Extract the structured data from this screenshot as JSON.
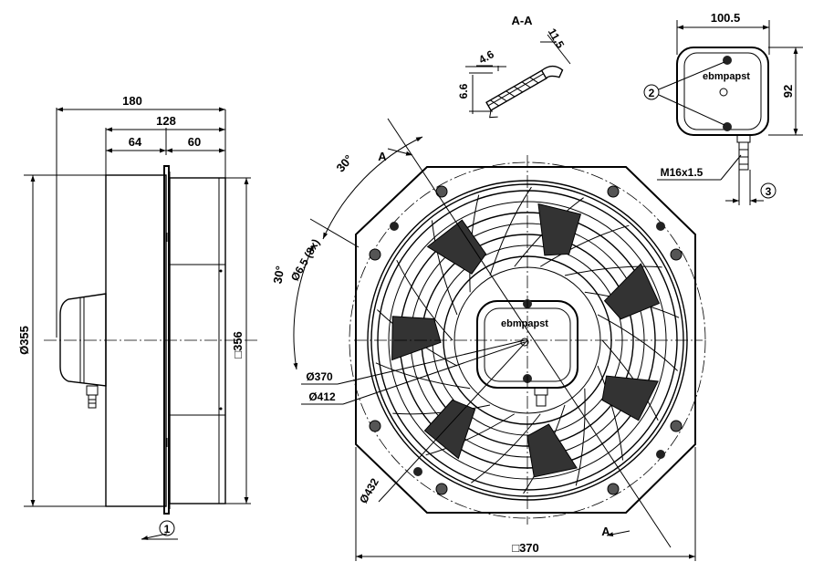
{
  "side_view": {
    "overall_depth": "180",
    "motor_depth": "128",
    "front_depth": "64",
    "rear_depth": "60",
    "diameter": "Ø355",
    "housing_square": "□356",
    "airflow_marker": "1"
  },
  "section_view": {
    "title": "A-A",
    "dim_a": "4.6",
    "dim_b": "6.6",
    "dim_c": "11.5"
  },
  "terminal_box": {
    "width": "100.5",
    "height": "92",
    "brand": "ebmpapst",
    "screw_marker": "2",
    "cable_gland": "M16x1.5",
    "gland_marker": "3"
  },
  "front_view": {
    "angle_top": "30°",
    "angle_left": "30°",
    "section_mark_top": "A",
    "section_mark_bottom": "A",
    "mount_holes": "Ø6.5 (8x)",
    "dia_inner": "Ø370",
    "dia_grille": "Ø412",
    "dia_bolt": "Ø432",
    "square": "□370",
    "brand": "ebmpapst"
  }
}
